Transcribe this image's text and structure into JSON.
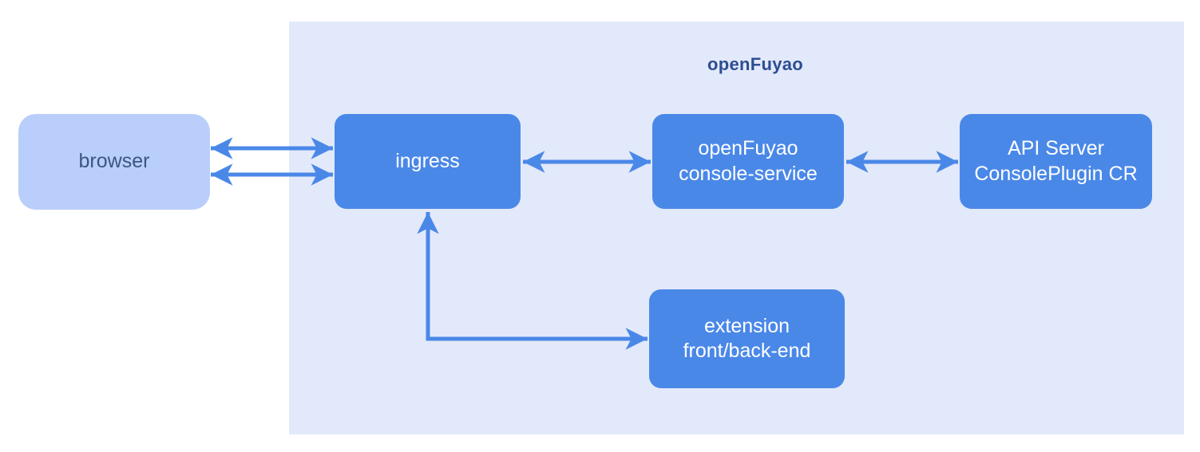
{
  "diagram": {
    "title": "openFuyao",
    "nodes": {
      "browser": {
        "label": "browser"
      },
      "ingress": {
        "label": "ingress"
      },
      "console_service": {
        "line1": "openFuyao",
        "line2": "console-service"
      },
      "api_server": {
        "line1": "API Server",
        "line2": "ConsolePlugin CR"
      },
      "extension": {
        "line1": "extension",
        "line2": "front/back-end"
      }
    },
    "connections": [
      {
        "from": "browser",
        "to": "ingress",
        "style": "bidirectional",
        "position": "upper"
      },
      {
        "from": "browser",
        "to": "ingress",
        "style": "bidirectional",
        "position": "lower"
      },
      {
        "from": "ingress",
        "to": "console_service",
        "style": "bidirectional",
        "position": "horizontal"
      },
      {
        "from": "console_service",
        "to": "api_server",
        "style": "bidirectional",
        "position": "horizontal"
      },
      {
        "from": "extension",
        "to": "ingress",
        "style": "bidirectional",
        "position": "elbow"
      }
    ],
    "colors": {
      "canvas_bg": "#ffffff",
      "container_bg": "#e2e9fa",
      "node_fill": "#4a88e8",
      "node_text": "#ffffff",
      "browser_fill": "#b9cefb",
      "browser_text": "#3b5680",
      "title_text": "#2d4d92",
      "arrow": "#4a88e8"
    }
  }
}
